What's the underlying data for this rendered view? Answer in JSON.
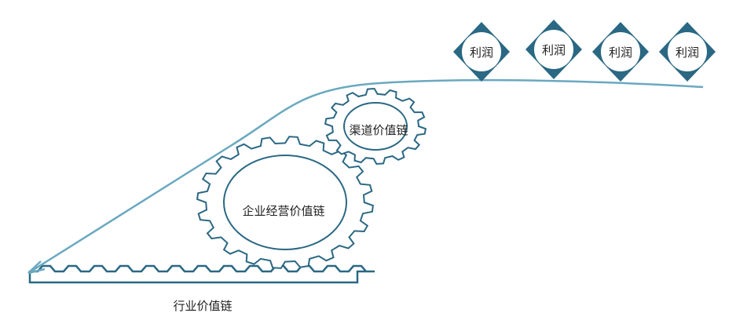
{
  "colors": {
    "dark": "#2a6883",
    "curve": "#6aa8c0"
  },
  "labels": {
    "industry_chain": "行业价值链",
    "enterprise_chain": "企业经营价值链",
    "channel_chain": "渠道价值链"
  },
  "profits": [
    "利润",
    "利润",
    "利润",
    "利润"
  ]
}
